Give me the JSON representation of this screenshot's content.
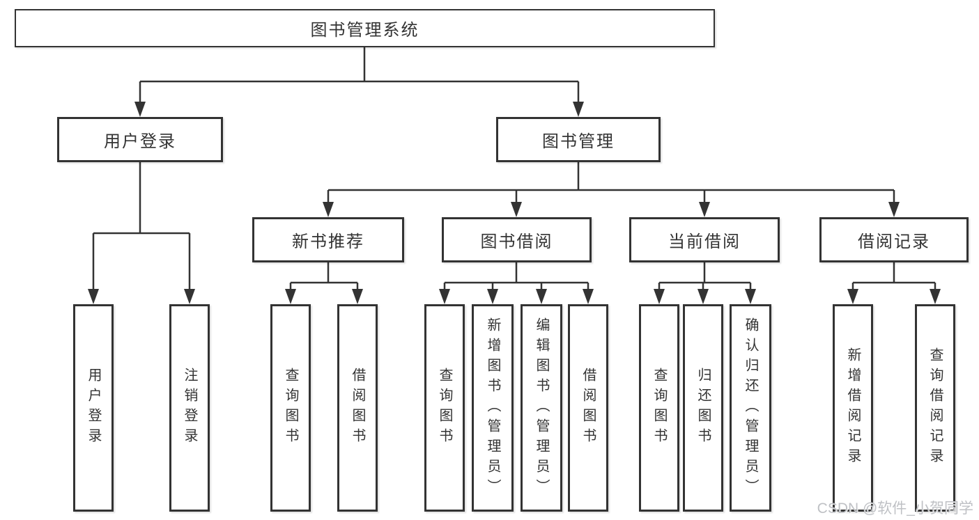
{
  "diagram": {
    "title": "图书管理系统",
    "branches": [
      {
        "label": "用户登录",
        "children": [
          {
            "label": "用户登录"
          },
          {
            "label": "注销登录"
          }
        ]
      },
      {
        "label": "图书管理",
        "sections": [
          {
            "label": "新书推荐",
            "children": [
              {
                "label": "查询图书"
              },
              {
                "label": "借阅图书"
              }
            ]
          },
          {
            "label": "图书借阅",
            "children": [
              {
                "label": "查询图书"
              },
              {
                "label": "新增图书（管理员）"
              },
              {
                "label": "编辑图书（管理员）"
              },
              {
                "label": "借阅图书"
              }
            ]
          },
          {
            "label": "当前借阅",
            "children": [
              {
                "label": "查询图书"
              },
              {
                "label": "归还图书"
              },
              {
                "label": "确认归还（管理员）"
              }
            ]
          },
          {
            "label": "借阅记录",
            "children": [
              {
                "label": "新增借阅记录"
              },
              {
                "label": "查询借阅记录"
              }
            ]
          }
        ]
      }
    ]
  },
  "watermark": {
    "text": "CSDN @软件_小贺同学"
  },
  "colors": {
    "line": "#333333",
    "text": "#333333",
    "background": "#ffffff",
    "watermark": "#bfc1c5"
  }
}
